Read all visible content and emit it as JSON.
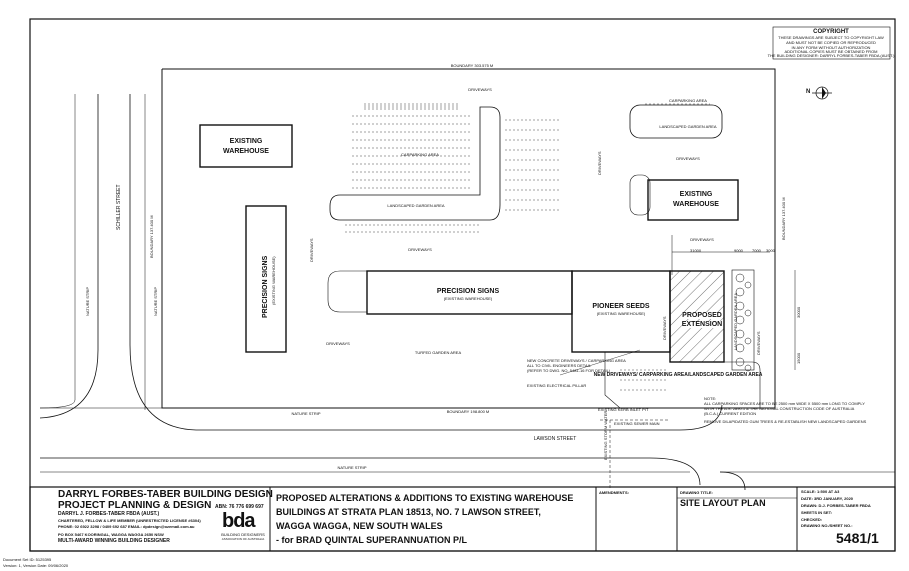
{
  "copyright": {
    "title": "COPYRIGHT",
    "lines": [
      "THESE DRAWINGS ARE SUBJECT TO COPYRIGHT LAW",
      "AND MUST NOT BE COPIED OR REPRODUCED",
      "IN ANY FORM WITHOUT AUTHORIZATION",
      "ADDITIONAL COPIES MUST BE OBTAINED FROM",
      "THE BUILDING DESIGNER: DARRYL FORBES-TABER FBDA (AUST.)"
    ]
  },
  "site": {
    "boundary_top": "BOUNDARY 303.575 M",
    "boundary_bottom": "BOUNDARY 198.800 M",
    "boundary_left": "BOUNDARY 137.400 M",
    "boundary_right": "BOUNDARY 137.400 M",
    "driveways": "DRIVEWAYS",
    "carparking": "CARPARKING AREA",
    "landscaped": "LANDSCAPED GARDEN AREA",
    "existing_warehouse": "EXISTING WAREHOUSE",
    "existing_warehouse_l1": "EXISTING",
    "existing_warehouse_l2": "WAREHOUSE",
    "precision_signs": "PRECISION SIGNS",
    "precision_signs_sub": "(EXISTING WAREHOUSE)",
    "pioneer_seeds": "PIONEER SEEDS",
    "pioneer_sub": "(EXISTING WAREHOUSE)",
    "proposed_l1": "PROPOSED",
    "proposed_l2": "EXTENSION",
    "turfed": "TURFED GARDEN AREA",
    "new_drive": "NEW DRIVEWAYS/ CARPARKING AREA/LANDSCAPED GARDEN AREA",
    "new_concrete": "NEW CONCRETE DRIVEWAYS / CARPARKING AREA",
    "new_concrete_2": "ALL TO CIVIL ENGINEERS DETAIL",
    "new_concrete_3": "(REFER TO DWG. NO. 5481-16 FOR DETAIL)",
    "electrical": "EXISTING ELECTRICAL PILLAR",
    "kerb_inlet": "EXISTING KERB INLET PIT",
    "sewer": "EXISTING SEWER MAIN",
    "storm": "EXISTING STORM WATER",
    "schiller": "SCHILLER STREET",
    "lawson": "LAWSON STREET",
    "nature_strip": "NATURE STRIP",
    "note_title": "NOTE:",
    "note_1": "ALL CARPARKING SPACES ARE TO BE 2500 mm WIDE X 5500 mm LONG TO COMPLY",
    "note_2": "WITH THE A.S. 2890.1 & THE NATIONAL CONSTRUCTION CODE OF AUSTRALIA",
    "note_3": "(B.C.A.) CURRENT EDITION",
    "note_4": "REMOVE DILAPIDATED GUM TREES & RE-ESTABLISH NEW LANDSCAPED GARDENS",
    "dim_1": "31000",
    "dim_2": "9000",
    "dim_3": "7000",
    "dim_4": "3000",
    "dim_5": "30000",
    "dim_6": "15000",
    "north": "N"
  },
  "title_block": {
    "firm_l1": "DARRYL FORBES-TABER BUILDING DESIGN",
    "firm_l2": "PROJECT PLANNING & DESIGN",
    "abn": "ABN:  76 776 699 697",
    "designer": "DARRYL J. FORBES-TABER FBDA (AUST.)",
    "chartered": "CHARTERED, FELLOW & LIFE MEMBER (UNRESTRICTED LICENSE #6304)",
    "phone": "PHONE:   02 6922 3298 / 0409 692 687   EMAIL:  dpdesign@ozemail.com.au",
    "po_box": "PO BOX 5467 KOORINGAL, WAGGA WAGGA 2650 NSW",
    "award": "MULTI-AWARD WINNING BUILDING DESIGNER",
    "bda_logo": "bda",
    "bda_sub1": "BUILDING DESIGNERS",
    "bda_sub2": "ASSOCIATION OF AUSTRALIA",
    "project_l1": "PROPOSED ALTERATIONS & ADDITIONS TO EXISTING WAREHOUSE",
    "project_l2": "BUILDINGS AT STRATA PLAN 18513, NO. 7 LAWSON STREET,",
    "project_l3": "WAGGA WAGGA, NEW SOUTH WALES",
    "project_l4": "- for BRAD QUINTAL SUPERANNUATION P/L",
    "amendments": "AMENDMENTS:",
    "drawing_title_label": "DRAWING TITLE:",
    "drawing_title": "SITE LAYOUT PLAN",
    "scale": "SCALE:   1:500 AT A3",
    "date": "DATE:    3RD JANUARY, 2020",
    "drawn": "DRAWN:   D.J. FORBES-TABER FBDA",
    "sheets": "SHEETS IN SET:",
    "checked": "CHECKED:",
    "drawing_no_label": "DRAWING NO./SHEET NO.:",
    "drawing_no": "5481/1"
  },
  "footer": {
    "line1": "Document Set ID: 5125395",
    "line2": "Version: 1, Version Date: 09/06/2020"
  }
}
